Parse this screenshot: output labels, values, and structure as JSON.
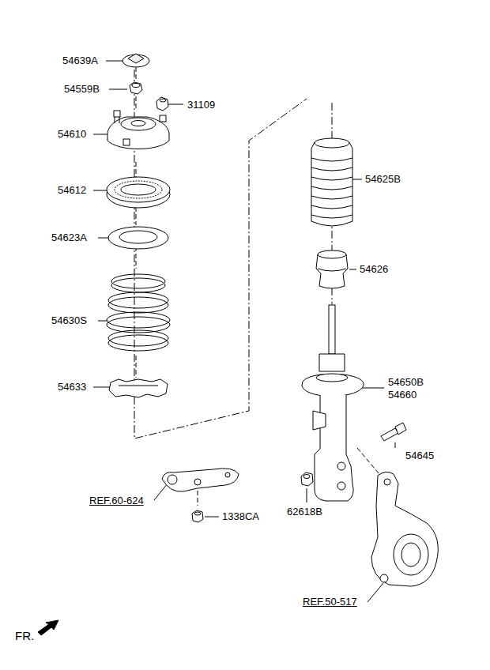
{
  "diagram": {
    "labels": [
      "54639A",
      "54559B",
      "31109",
      "54610",
      "54612",
      "54623A",
      "54630S",
      "54633",
      "REF.60-624",
      "1338CA",
      "54625B",
      "54626",
      "54650B",
      "54660",
      "54645",
      "62618B",
      "REF.50-517",
      "FR."
    ]
  }
}
